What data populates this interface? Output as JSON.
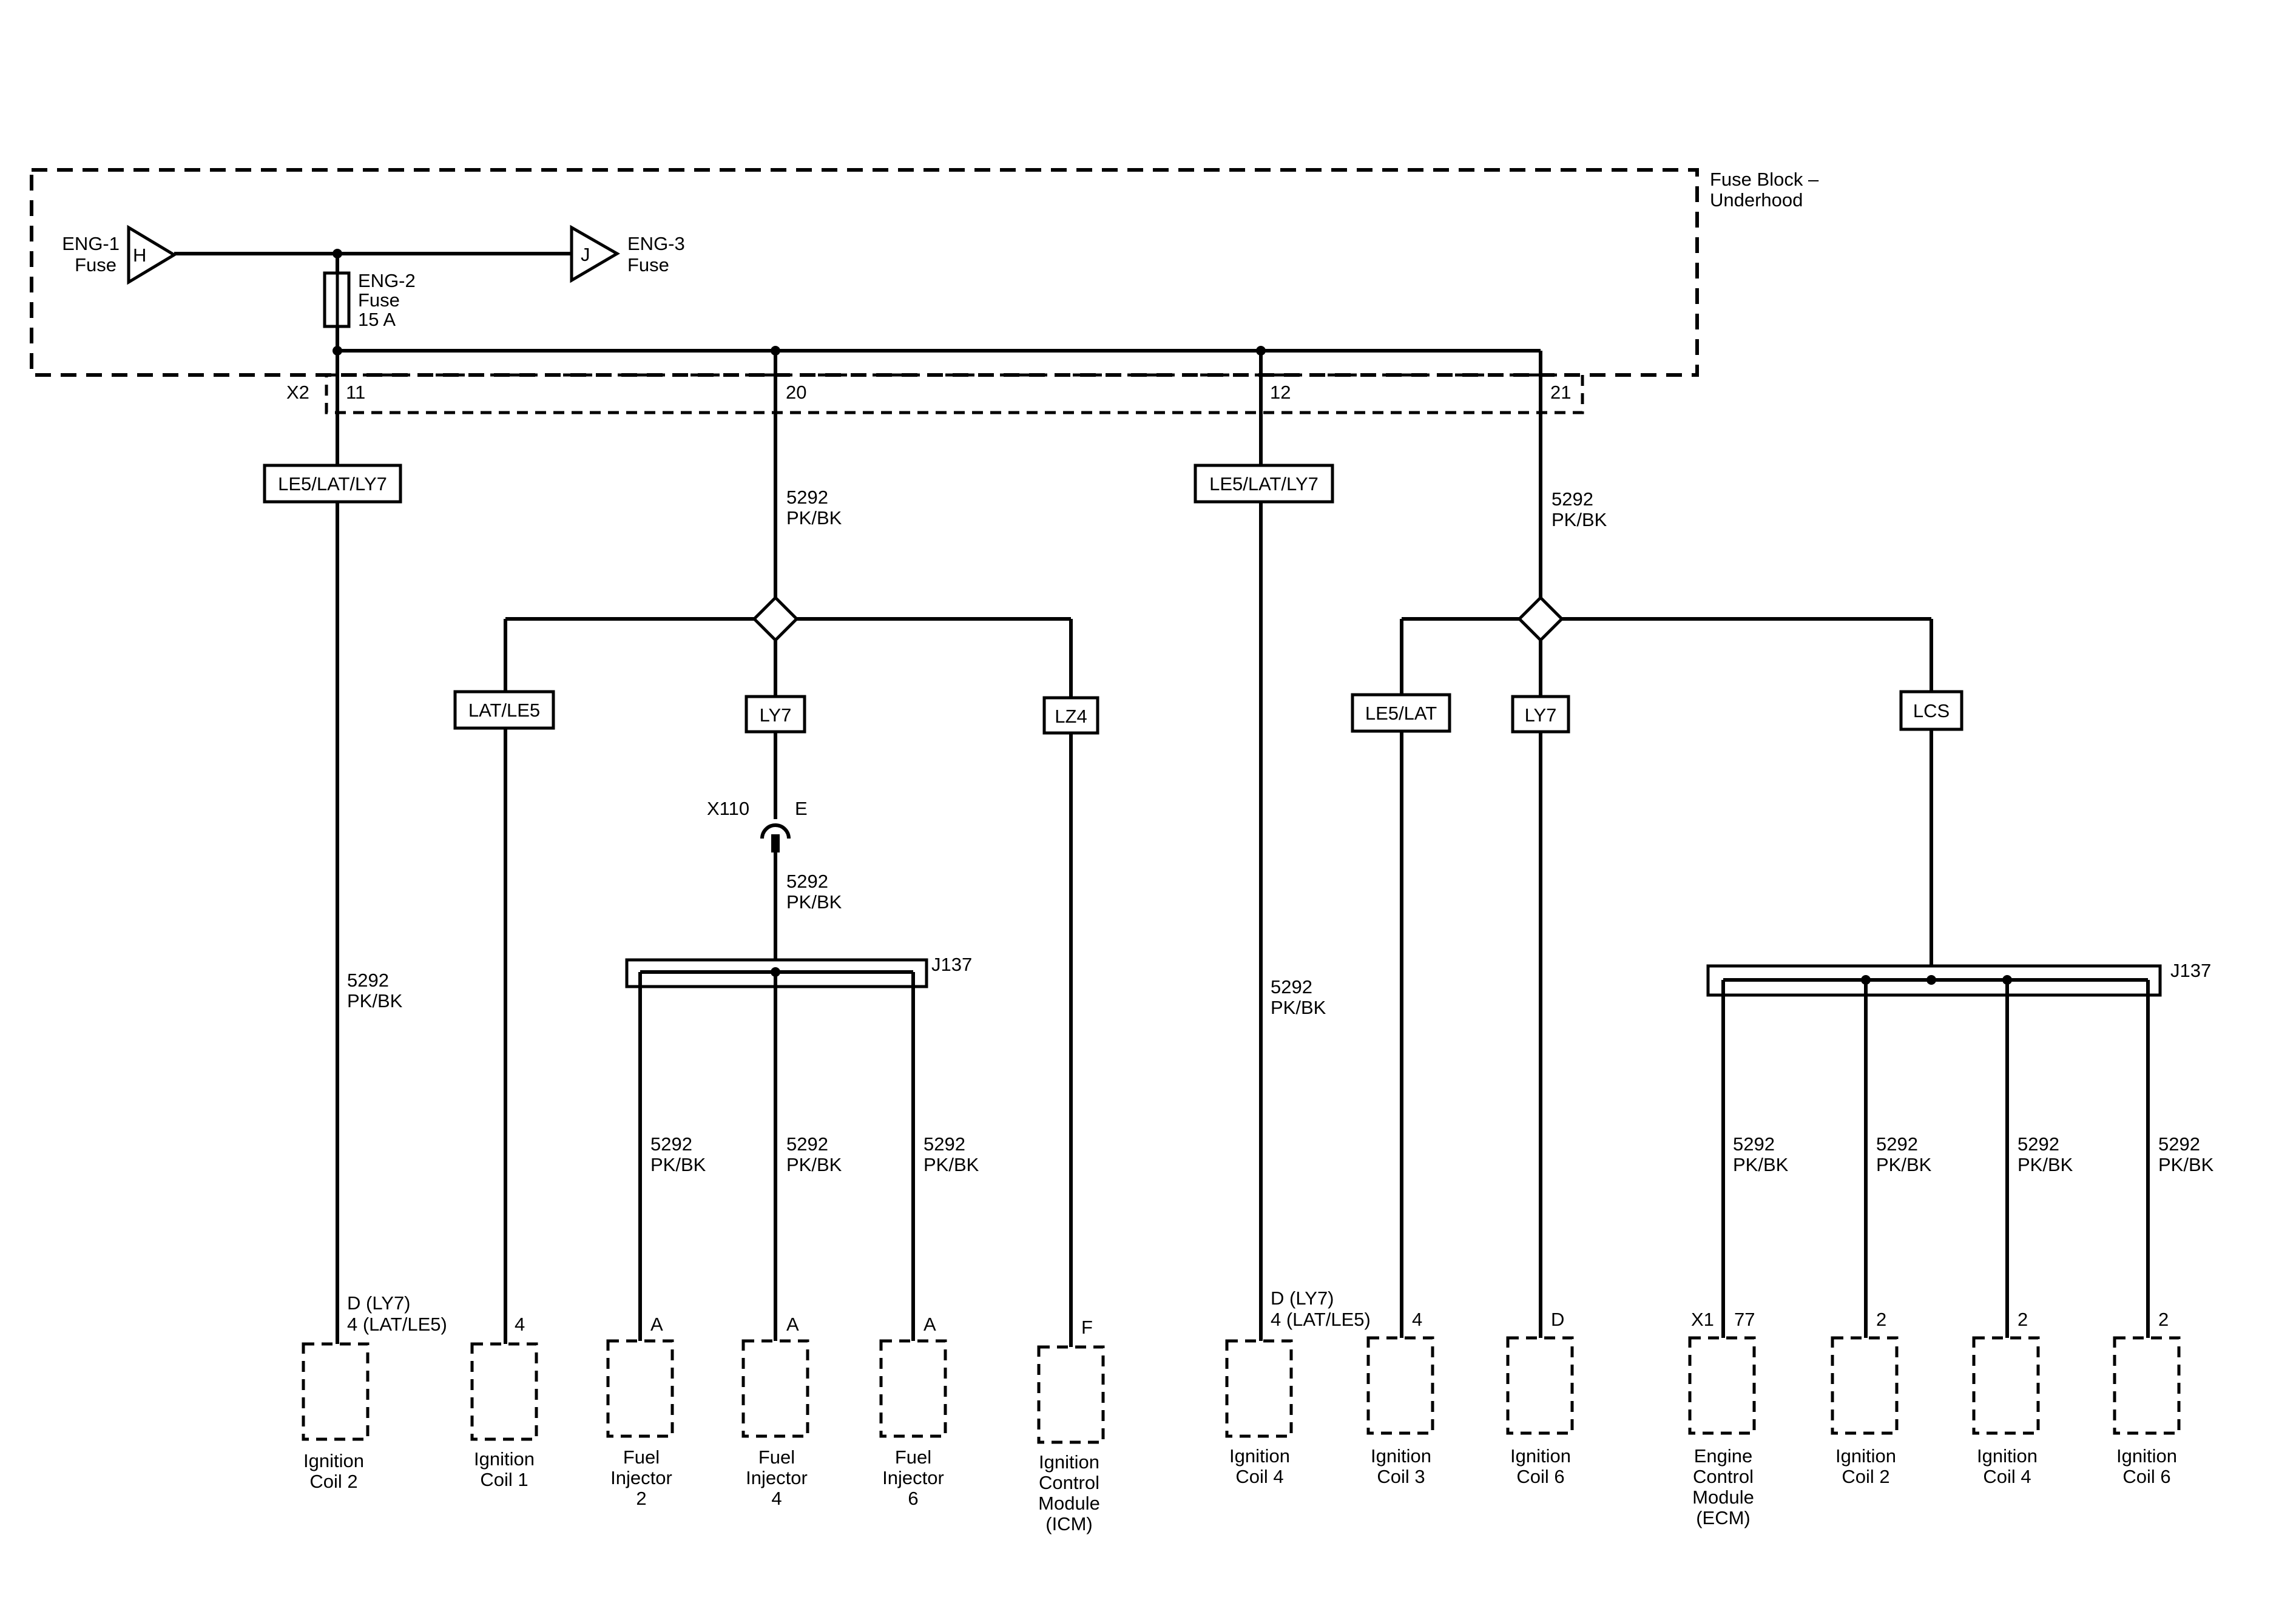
{
  "fuse_block": {
    "name_line1": "Fuse Block –",
    "name_line2": "Underhood",
    "connector": "X2"
  },
  "fuses": {
    "eng1": {
      "line1": "ENG-1",
      "line2": "Fuse",
      "pin": "H"
    },
    "eng3": {
      "line1": "ENG-3",
      "line2": "Fuse",
      "pin": "J"
    },
    "eng2": {
      "line1": "ENG-2",
      "line2": "Fuse",
      "line3": "15 A"
    }
  },
  "pins": {
    "p11": "11",
    "p20": "20",
    "p12": "12",
    "p21": "21"
  },
  "wire": {
    "circuit": "5292",
    "color": "PK/BK"
  },
  "options": {
    "le5_lat_ly7": "LE5/LAT/LY7",
    "lat_le5": "LAT/LE5",
    "ly7": "LY7",
    "lz4": "LZ4",
    "le5_lat": "LE5/LAT",
    "lcs": "LCS"
  },
  "inline_connector": {
    "name": "X110",
    "pin": "E"
  },
  "splices": {
    "left": "J137",
    "right": "J137"
  },
  "components": [
    {
      "pin1": "D (LY7)",
      "pin2": "4 (LAT/LE5)",
      "label": [
        "Ignition",
        "Coil 2"
      ]
    },
    {
      "pin1": "4",
      "label": [
        "Ignition",
        "Coil 1"
      ]
    },
    {
      "pin1": "A",
      "label": [
        "Fuel",
        "Injector",
        "2"
      ]
    },
    {
      "pin1": "A",
      "label": [
        "Fuel",
        "Injector",
        "4"
      ]
    },
    {
      "pin1": "A",
      "label": [
        "Fuel",
        "Injector",
        "6"
      ]
    },
    {
      "pin1": "F",
      "label": [
        "Ignition",
        "Control",
        "Module",
        "(ICM)"
      ]
    },
    {
      "pin1": "D (LY7)",
      "pin2": "4 (LAT/LE5)",
      "label": [
        "Ignition",
        "Coil 4"
      ]
    },
    {
      "pin1": "4",
      "label": [
        "Ignition",
        "Coil 3"
      ]
    },
    {
      "pin1": "D",
      "label": [
        "Ignition",
        "Coil 6"
      ]
    },
    {
      "connector": "X1",
      "pin1": "77",
      "label": [
        "Engine",
        "Control",
        "Module",
        "(ECM)"
      ]
    },
    {
      "pin1": "2",
      "label": [
        "Ignition",
        "Coil 2"
      ]
    },
    {
      "pin1": "2",
      "label": [
        "Ignition",
        "Coil 4"
      ]
    },
    {
      "pin1": "2",
      "label": [
        "Ignition",
        "Coil 6"
      ]
    }
  ]
}
